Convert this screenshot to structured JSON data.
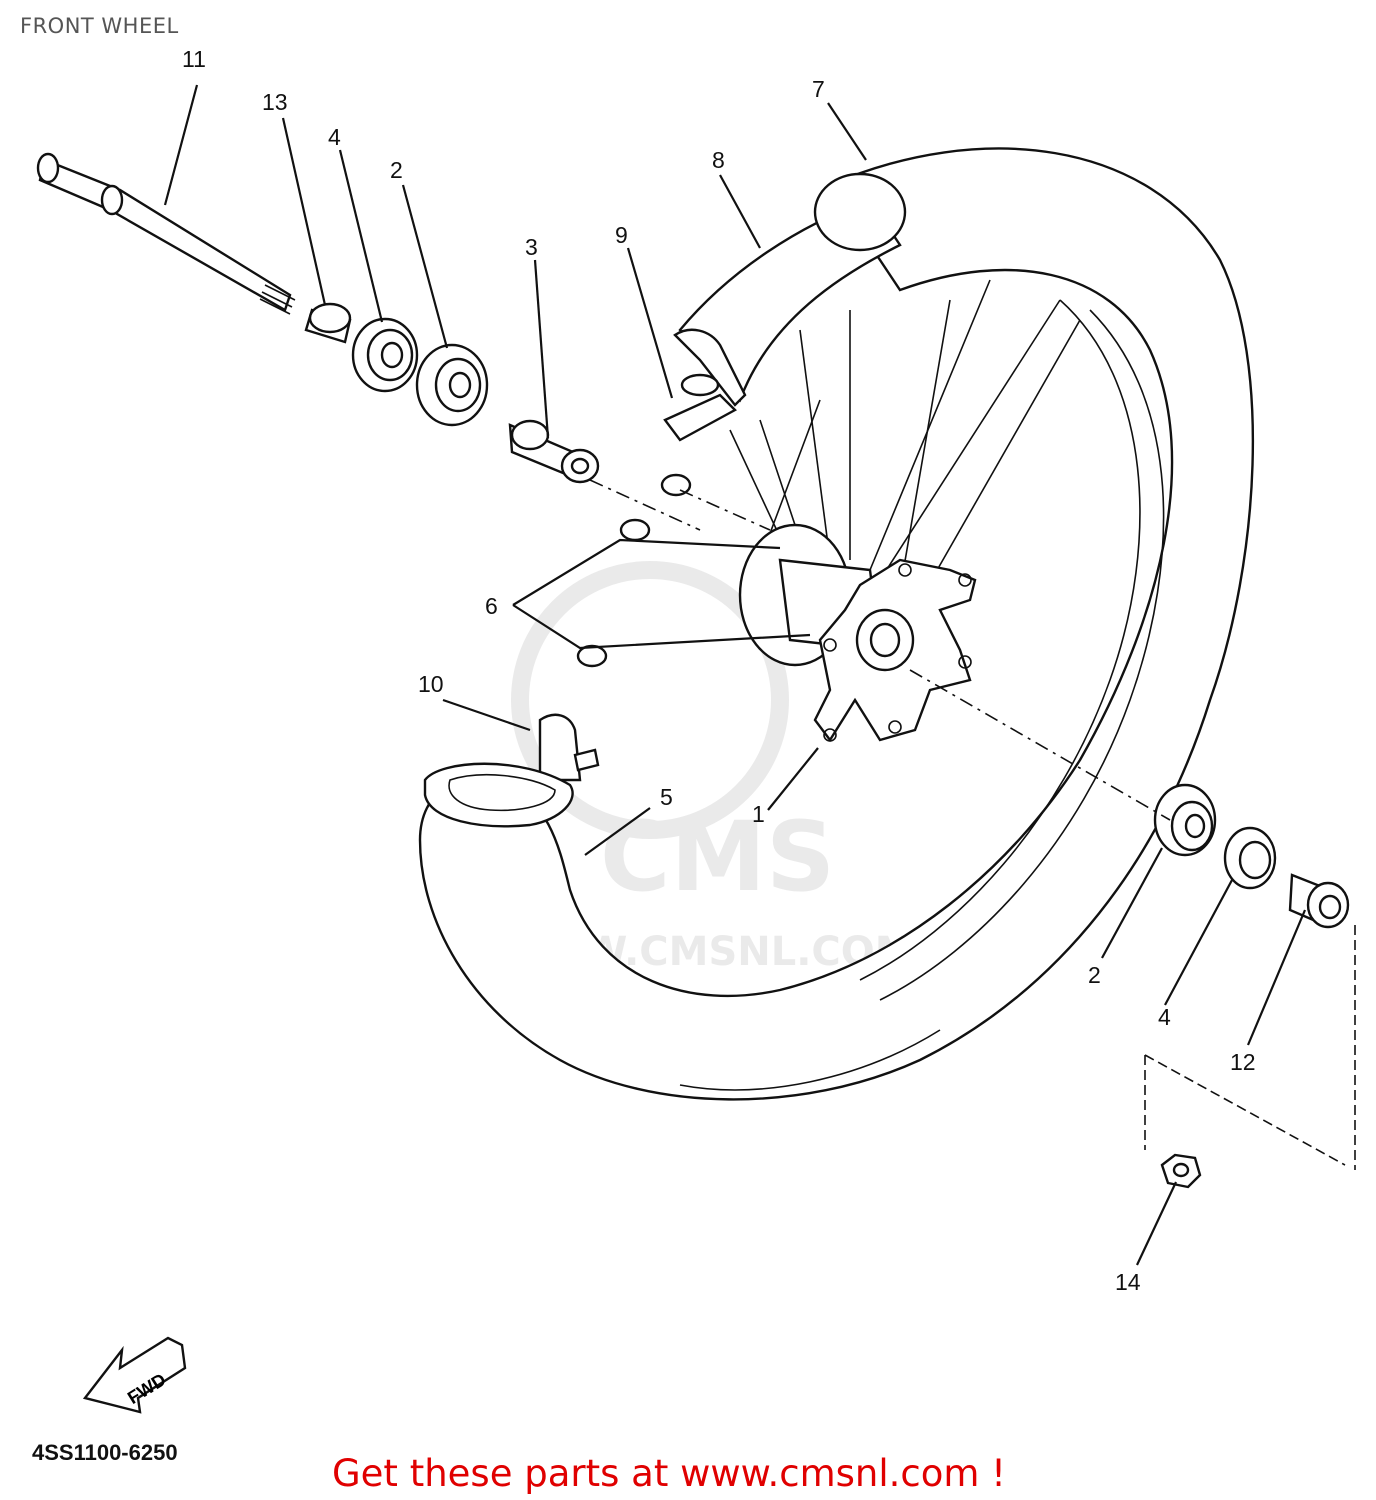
{
  "title": "FRONT WHEEL",
  "catalog_code": "4SS1100-6250",
  "promo_text": "Get these parts at www.cmsnl.com !",
  "fwd_label": "FWD",
  "watermark": {
    "brand": "CMS",
    "url": "WWW.CMSNL.COM"
  },
  "callouts": [
    "11",
    "13",
    "4",
    "2",
    "3",
    "9",
    "8",
    "7",
    "6",
    "10",
    "5",
    "1",
    "2",
    "4",
    "12",
    "14"
  ],
  "colors": {
    "promo": "#e00000",
    "line": "#111111",
    "watermark": "#d9d9d9"
  }
}
